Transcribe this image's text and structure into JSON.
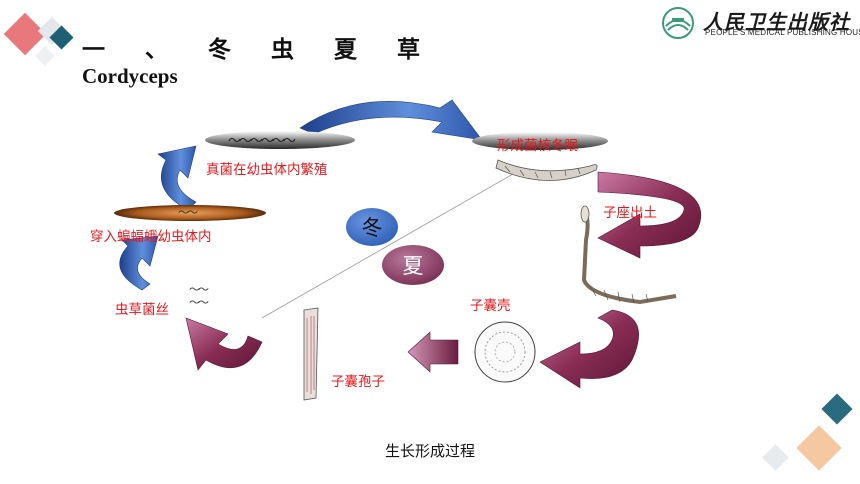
{
  "header": {
    "title_cn": "一 、 冬 虫 夏 草",
    "title_en": "Cordyceps"
  },
  "logo": {
    "name_cn": "人民卫生出版社",
    "name_en": "PEOPLE'S MEDICAL PUBLISHING HOUSE"
  },
  "diagram": {
    "stages": {
      "fungus_in_larva": "真菌在幼虫体内繁殖",
      "sclerotium": "形成菌核冬眠",
      "stroma": "子座出土",
      "perithecium": "子囊壳",
      "ascospore": "子囊孢子",
      "hyphae": "虫草菌丝",
      "enter_larva": "穿入蝙蝠蛾幼虫体内"
    },
    "seasons": {
      "winter": "冬",
      "summer": "夏"
    },
    "colors": {
      "blue_arrow": "#3f6ec0",
      "maroon_arrow": "#8a2d55",
      "label_red": "#e8191c"
    }
  },
  "caption": "生长形成过程"
}
